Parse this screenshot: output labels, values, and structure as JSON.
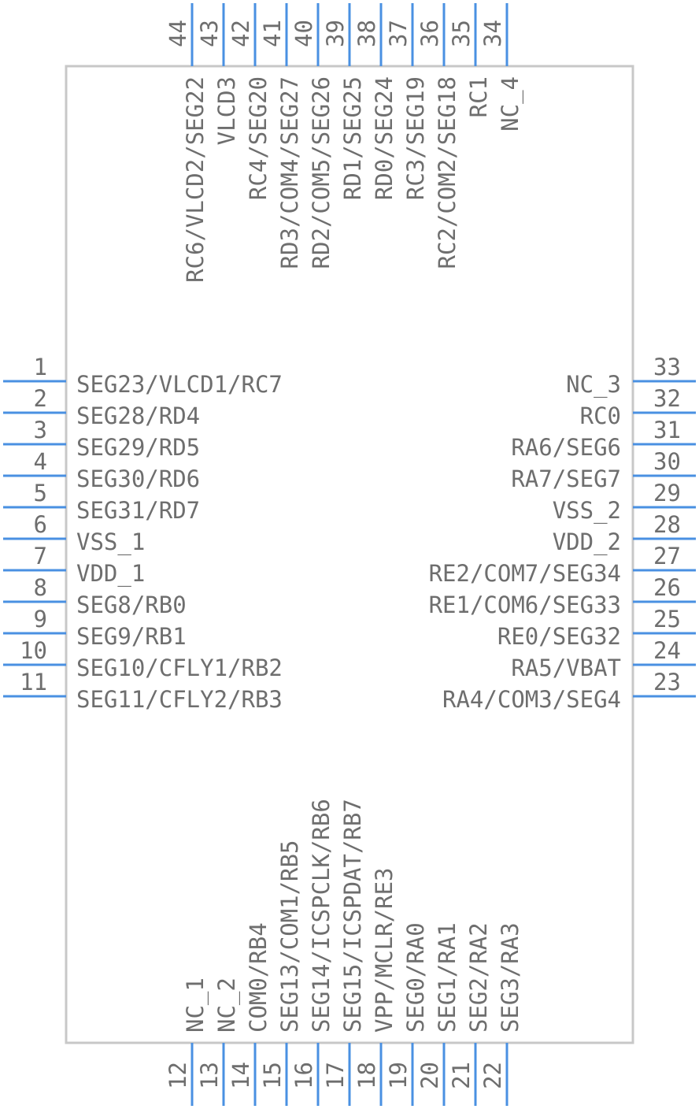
{
  "colors": {
    "pin": "#4a90e2",
    "text": "#6e6e6e",
    "body_stroke": "#c8c8c8"
  },
  "pins": {
    "left": [
      {
        "num": "1",
        "label": "SEG23/VLCD1/RC7"
      },
      {
        "num": "2",
        "label": "SEG28/RD4"
      },
      {
        "num": "3",
        "label": "SEG29/RD5"
      },
      {
        "num": "4",
        "label": "SEG30/RD6"
      },
      {
        "num": "5",
        "label": "SEG31/RD7"
      },
      {
        "num": "6",
        "label": "VSS_1"
      },
      {
        "num": "7",
        "label": "VDD_1"
      },
      {
        "num": "8",
        "label": "SEG8/RB0"
      },
      {
        "num": "9",
        "label": "SEG9/RB1"
      },
      {
        "num": "10",
        "label": "SEG10/CFLY1/RB2"
      },
      {
        "num": "11",
        "label": "SEG11/CFLY2/RB3"
      }
    ],
    "bottom": [
      {
        "num": "12",
        "label": "NC_1"
      },
      {
        "num": "13",
        "label": "NC_2"
      },
      {
        "num": "14",
        "label": "COM0/RB4"
      },
      {
        "num": "15",
        "label": "SEG13/COM1/RB5"
      },
      {
        "num": "16",
        "label": "SEG14/ICSPCLK/RB6"
      },
      {
        "num": "17",
        "label": "SEG15/ICSPDAT/RB7"
      },
      {
        "num": "18",
        "label": "VPP/MCLR/RE3"
      },
      {
        "num": "19",
        "label": "SEG0/RA0"
      },
      {
        "num": "20",
        "label": "SEG1/RA1"
      },
      {
        "num": "21",
        "label": "SEG2/RA2"
      },
      {
        "num": "22",
        "label": "SEG3/RA3"
      }
    ],
    "right": [
      {
        "num": "23",
        "label": "RA4/COM3/SEG4"
      },
      {
        "num": "24",
        "label": "RA5/VBAT"
      },
      {
        "num": "25",
        "label": "RE0/SEG32"
      },
      {
        "num": "26",
        "label": "RE1/COM6/SEG33"
      },
      {
        "num": "27",
        "label": "RE2/COM7/SEG34"
      },
      {
        "num": "28",
        "label": "VDD_2"
      },
      {
        "num": "29",
        "label": "VSS_2"
      },
      {
        "num": "30",
        "label": "RA7/SEG7"
      },
      {
        "num": "31",
        "label": "RA6/SEG6"
      },
      {
        "num": "32",
        "label": "RC0"
      },
      {
        "num": "33",
        "label": "NC_3"
      }
    ],
    "top": [
      {
        "num": "34",
        "label": "NC_4"
      },
      {
        "num": "35",
        "label": "RC1"
      },
      {
        "num": "36",
        "label": "RC2/COM2/SEG18"
      },
      {
        "num": "37",
        "label": "RC3/SEG19"
      },
      {
        "num": "38",
        "label": "RD0/SEG24"
      },
      {
        "num": "39",
        "label": "RD1/SEG25"
      },
      {
        "num": "40",
        "label": "RD2/COM5/SEG26"
      },
      {
        "num": "41",
        "label": "RD3/COM4/SEG27"
      },
      {
        "num": "42",
        "label": "RC4/SEG20"
      },
      {
        "num": "43",
        "label": "VLCD3"
      },
      {
        "num": "44",
        "label": "RC6/VLCD2/SEG22"
      }
    ]
  }
}
